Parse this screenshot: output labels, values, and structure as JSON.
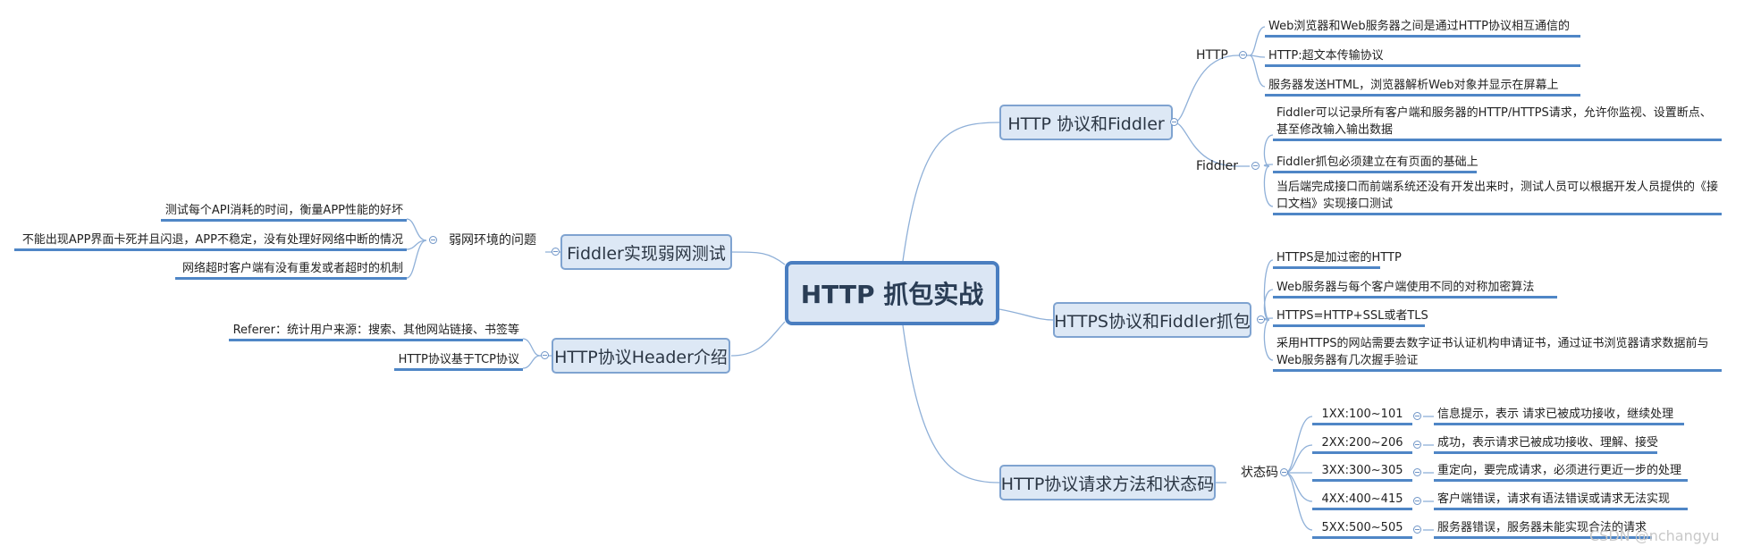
{
  "central": "HTTP 抓包实战",
  "branches": {
    "http_fiddler": {
      "title": "HTTP 协议和Fiddler",
      "http": {
        "label": "HTTP",
        "items": [
          "Web浏览器和Web服务器之间是通过HTTP协议相互通信的",
          "HTTP:超文本传输协议",
          "服务器发送HTML，浏览器解析Web对象并显示在屏幕上"
        ]
      },
      "fiddler": {
        "label": "Fiddler",
        "items": [
          "Fiddler可以记录所有客户端和服务器的HTTP/HTTPS请求，允许你监视、设置断点、甚至修改输入输出数据",
          "Fiddler抓包必须建立在有页面的基础上",
          "当后端完成接口而前端系统还没有开发出来时，测试人员可以根据开发人员提供的《接口文档》实现接口测试"
        ]
      }
    },
    "https": {
      "title": "HTTPS协议和Fiddler抓包",
      "items": [
        "HTTPS是加过密的HTTP",
        "Web服务器与每个客户端使用不同的对称加密算法",
        "HTTPS=HTTP+SSL或者TLS",
        "采用HTTPS的网站需要去数字证书认证机构申请证书，通过证书浏览器请求数据前与Web服务器有几次握手验证"
      ]
    },
    "status": {
      "title": "HTTP协议请求方法和状态码",
      "sub": "状态码",
      "codes": [
        {
          "code": "1XX:100~101",
          "desc": "信息提示，表示 请求已被成功接收，继续处理"
        },
        {
          "code": "2XX:200~206",
          "desc": "成功，表示请求已被成功接收、理解、接受"
        },
        {
          "code": "3XX:300~305",
          "desc": "重定向，要完成请求，必须进行更近一步的处理"
        },
        {
          "code": "4XX:400~415",
          "desc": "客户端错误，请求有语法错误或请求无法实现"
        },
        {
          "code": "5XX:500~505",
          "desc": "服务器错误，服务器未能实现合法的请求"
        }
      ]
    },
    "weak_net": {
      "title": "Fiddler实现弱网测试",
      "sub": "弱网环境的问题",
      "items": [
        "测试每个API消耗的时间，衡量APP性能的好坏",
        "不能出现APP界面卡死并且闪退，APP不稳定，没有处理好网络中断的情况",
        "网络超时客户端有没有重发或者超时的机制"
      ]
    },
    "header": {
      "title": "HTTP协议Header介绍",
      "items": [
        "Referer：统计用户来源：搜索、其他网站链接、书签等",
        "HTTP协议基于TCP协议"
      ]
    }
  },
  "watermark": "CSDN @nchangyu"
}
